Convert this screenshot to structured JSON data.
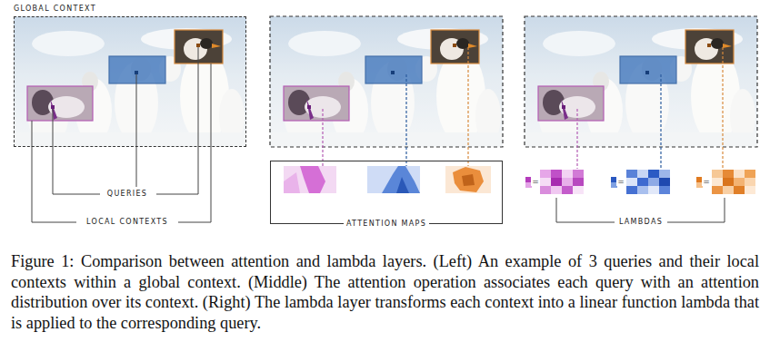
{
  "diagram": {
    "caption": "Figure 1: Comparison between attention and lambda layers. (Left) An example of 3 queries and their local contexts within a global context. (Middle) The attention operation associates each query with an attention distribution over its context. (Right) The lambda layer transforms each context into a linear function lambda that is applied to the corresponding query.",
    "nodes": [
      {
        "text": [
          "GLOBAL CONTEXT"
        ]
      },
      {
        "text": [
          "ATTENTION MAPS"
        ]
      }
    ],
    "labels": [
      "QUERIES",
      "LOCAL CONTEXTS",
      "=",
      "=",
      "=",
      "LAMBDAS"
    ]
  }
}
